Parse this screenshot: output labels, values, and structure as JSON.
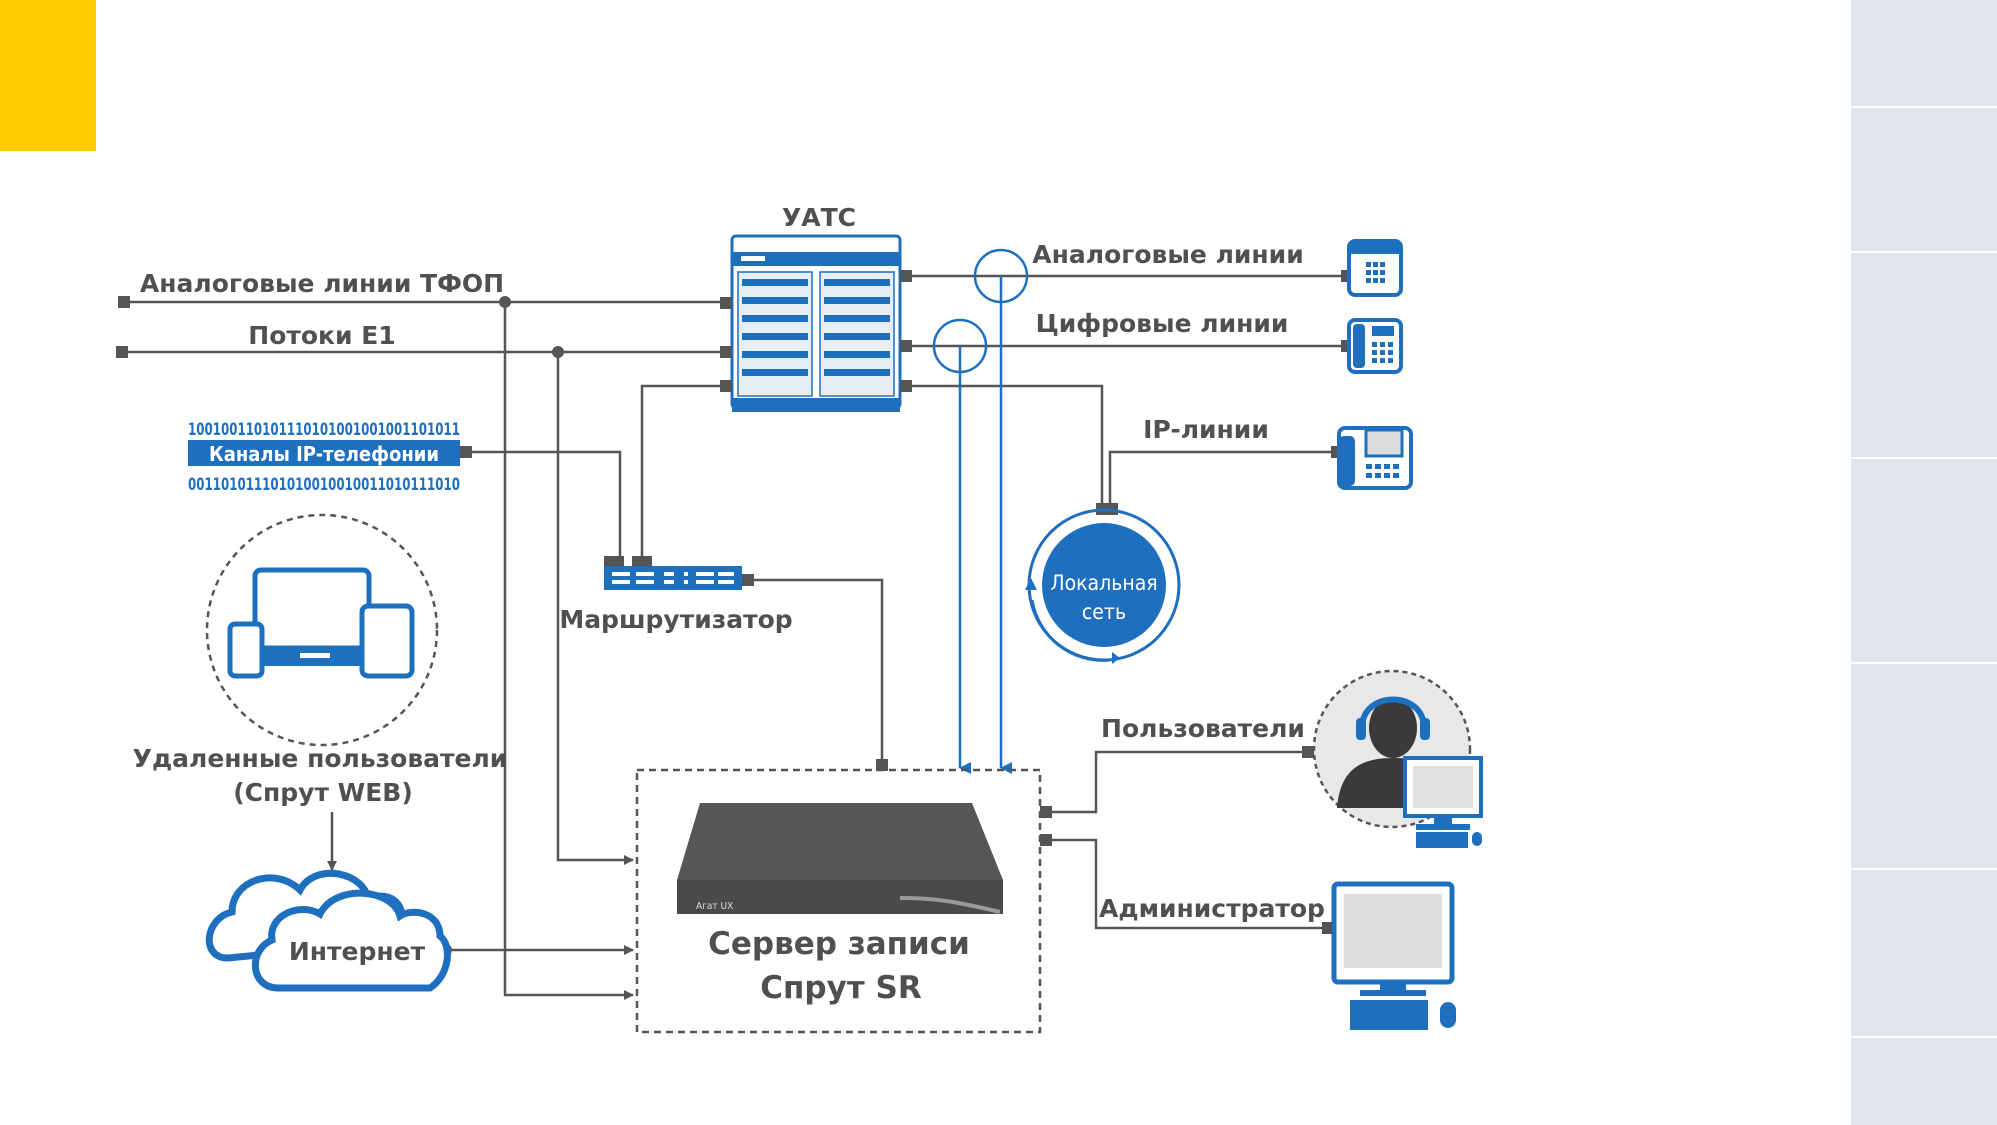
{
  "colors": {
    "accent": "#ffcc00",
    "sidebar": "#e1e6ea",
    "blue": "#1f6fbf",
    "line": "#555555",
    "text": "#505050"
  },
  "diagram": {
    "uats": "УАТС",
    "pstn_lines": "Аналоговые линии ТФОП",
    "e1_streams": "Потоки E1",
    "ip_binary_top": "100100110101110101001001001101011",
    "ip_channels": "Каналы IP-телефонии",
    "ip_binary_bottom": "001101011101010010010011010111010",
    "router": "Маршрутизатор",
    "remote_users_line1": "Удаленные пользователи",
    "remote_users_line2": "(Спрут WEB)",
    "internet": "Интернет",
    "analog_lines": "Аналоговые линии",
    "digital_lines": "Цифровые линии",
    "ip_lines": "IP-линии",
    "lan_line1": "Локальная",
    "lan_line2": "сеть",
    "users": "Пользователи",
    "admin": "Администратор",
    "server_line1": "Сервер записи",
    "server_line2": "Спрут SR",
    "server_brand": "Агат UX"
  }
}
